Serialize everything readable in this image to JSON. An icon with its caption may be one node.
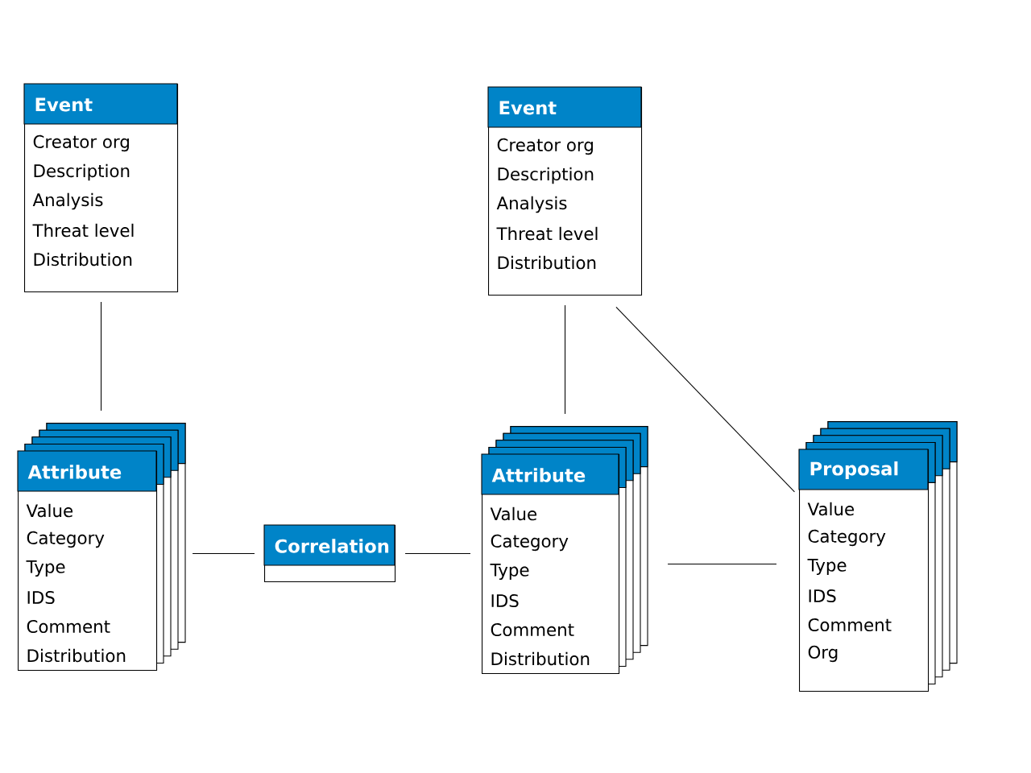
{
  "diagram": {
    "nodes": [
      {
        "text": [
          "Event",
          "Creator org",
          "Description",
          "Analysis",
          "Threat level",
          "Distribution"
        ]
      },
      {
        "text": [
          "Attribute",
          "Value",
          "Category",
          "Type",
          "IDS",
          "Comment",
          "Distribution"
        ]
      },
      {
        "text": [
          "Correlation"
        ]
      },
      {
        "text": [
          "Event",
          "Creator org",
          "Description",
          "Analysis",
          "Threat level",
          "Distribution"
        ]
      },
      {
        "text": [
          "Attribute",
          "Value",
          "Category",
          "Type",
          "IDS",
          "Comment",
          "Distribution"
        ]
      },
      {
        "text": [
          "Proposal",
          "Value",
          "Category",
          "Type",
          "IDS",
          "Comment",
          "Org"
        ]
      }
    ],
    "edges": [
      {
        "from": 0,
        "to": 1,
        "arrow": "none"
      },
      {
        "from": 1,
        "to": 2,
        "arrow": "none"
      },
      {
        "from": 2,
        "to": 4,
        "arrow": "none"
      },
      {
        "from": 3,
        "to": 4,
        "arrow": "none"
      },
      {
        "from": 3,
        "to": 5,
        "arrow": "none"
      },
      {
        "from": 4,
        "to": 5,
        "arrow": "none"
      }
    ]
  }
}
